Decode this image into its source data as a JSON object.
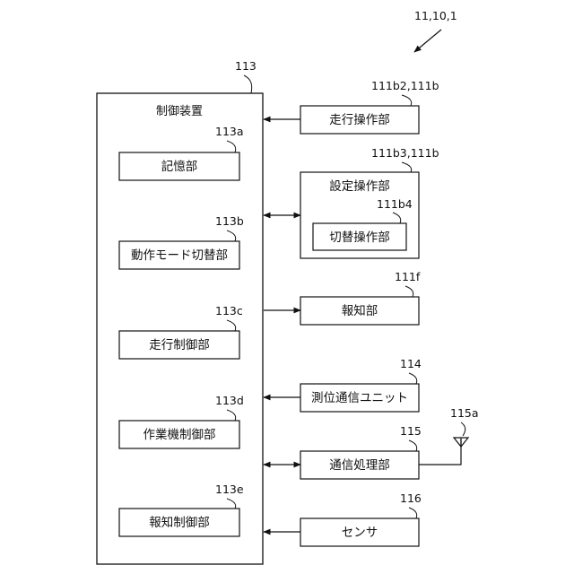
{
  "figure_ref": "11,10,1",
  "control_device": {
    "ref": "113",
    "label": "制御装置",
    "units": [
      {
        "ref": "113a",
        "label": "記憶部"
      },
      {
        "ref": "113b",
        "label": "動作モード切替部"
      },
      {
        "ref": "113c",
        "label": "走行制御部"
      },
      {
        "ref": "113d",
        "label": "作業機制御部"
      },
      {
        "ref": "113e",
        "label": "報知制御部"
      }
    ]
  },
  "peripherals": {
    "travel_op": {
      "ref": "111b2,111b",
      "label": "走行操作部"
    },
    "setting_op": {
      "ref": "111b3,111b",
      "label": "設定操作部"
    },
    "switch_op": {
      "ref": "111b4",
      "label": "切替操作部"
    },
    "notify": {
      "ref": "111f",
      "label": "報知部"
    },
    "positioning": {
      "ref": "114",
      "label": "測位通信ユニット"
    },
    "comm": {
      "ref": "115",
      "label": "通信処理部"
    },
    "antenna": {
      "ref": "115a"
    },
    "sensor": {
      "ref": "116",
      "label": "センサ"
    }
  }
}
